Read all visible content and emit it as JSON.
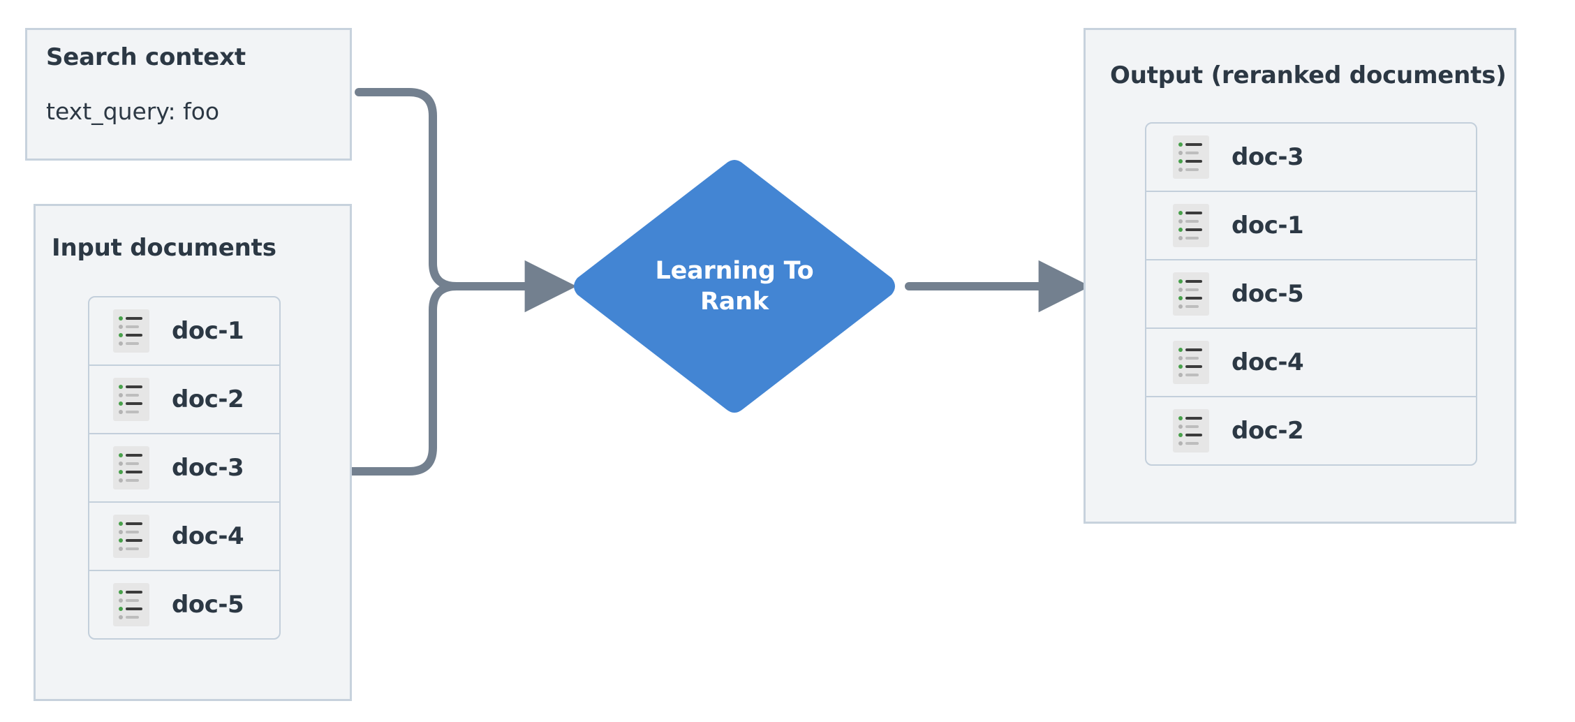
{
  "diagram": {
    "title": "Learning To Rank reranking flow",
    "colors": {
      "panel_bg": "#f2f4f6",
      "panel_border": "#c7d2dd",
      "row_border": "#c3cfdb",
      "text": "#2c3844",
      "node_blue": "#4385d3",
      "connector": "#73808f",
      "icon_bg": "#e6e6e6",
      "icon_dot_active": "#47a04a",
      "icon_dot_muted": "#b3b3b3"
    }
  },
  "search_context": {
    "title": "Search context",
    "query_label": "text_query: foo"
  },
  "input_documents": {
    "title": "Input documents",
    "docs": [
      {
        "label": "doc-1"
      },
      {
        "label": "doc-2"
      },
      {
        "label": "doc-3"
      },
      {
        "label": "doc-4"
      },
      {
        "label": "doc-5"
      }
    ]
  },
  "process_node": {
    "label": "Learning To Rank",
    "line1": "Learning To",
    "line2": "Rank",
    "shape": "diamond"
  },
  "output": {
    "title": "Output (reranked documents)",
    "docs": [
      {
        "label": "doc-3"
      },
      {
        "label": "doc-1"
      },
      {
        "label": "doc-5"
      },
      {
        "label": "doc-4"
      },
      {
        "label": "doc-2"
      }
    ]
  },
  "icons": {
    "document_list_icon": "document-list-icon",
    "arrow_head": "arrow-head-icon"
  },
  "connectors": [
    {
      "from": "search-context",
      "to": "process-node",
      "style": "elbow-arrow"
    },
    {
      "from": "input-documents",
      "to": "process-node",
      "style": "elbow-arrow"
    },
    {
      "from": "process-node",
      "to": "output-panel",
      "style": "straight-arrow"
    }
  ]
}
